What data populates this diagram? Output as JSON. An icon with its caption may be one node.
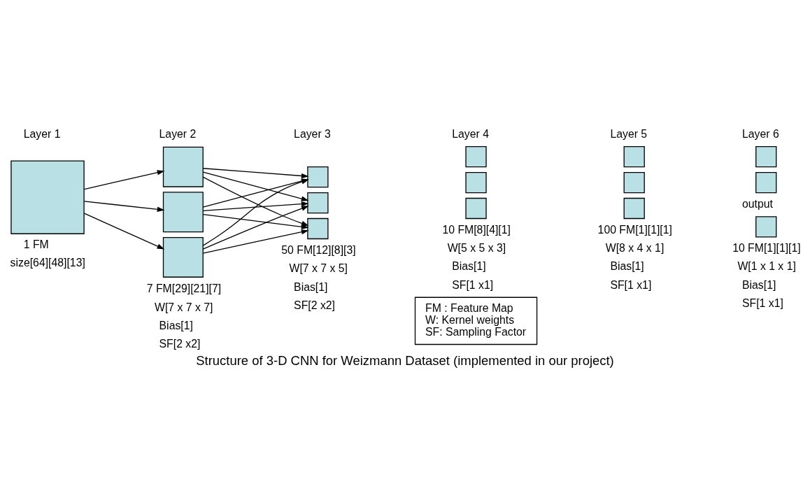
{
  "diagram": {
    "caption": "Structure of 3-D CNN for Weizmann Dataset (implemented in our project)",
    "nodes": [
      {
        "text": [],
        "shape": "box"
      },
      {
        "text": [],
        "shape": "box"
      },
      {
        "text": [],
        "shape": "box"
      },
      {
        "text": [],
        "shape": "box"
      },
      {
        "text": [],
        "shape": "box"
      },
      {
        "text": [],
        "shape": "box"
      },
      {
        "text": [],
        "shape": "box"
      },
      {
        "text": [],
        "shape": "box"
      },
      {
        "text": [],
        "shape": "box"
      },
      {
        "text": [],
        "shape": "box"
      },
      {
        "text": [],
        "shape": "box"
      },
      {
        "text": [],
        "shape": "box"
      },
      {
        "text": [],
        "shape": "box"
      },
      {
        "text": [],
        "shape": "box"
      },
      {
        "text": [],
        "shape": "box"
      },
      {
        "text": [],
        "shape": "box"
      },
      {
        "text": [
          "FM : Feature Map",
          "W: Kernel weights",
          "SF: Sampling Factor"
        ]
      }
    ],
    "edges": [
      {
        "from": 0,
        "to": 1,
        "arrow": "to"
      },
      {
        "from": 0,
        "to": 2,
        "arrow": "to"
      },
      {
        "from": 0,
        "to": 3,
        "arrow": "to"
      },
      {
        "from": 1,
        "to": 4,
        "arrow": "to"
      },
      {
        "from": 1,
        "to": 5,
        "arrow": "to"
      },
      {
        "from": 1,
        "to": 6,
        "arrow": "to"
      },
      {
        "from": 2,
        "to": 4,
        "arrow": "to"
      },
      {
        "from": 2,
        "to": 5,
        "arrow": "to"
      },
      {
        "from": 2,
        "to": 6,
        "arrow": "to"
      },
      {
        "from": 3,
        "to": 4,
        "arrow": "to"
      },
      {
        "from": 3,
        "to": 5,
        "arrow": "to"
      },
      {
        "from": 3,
        "to": 6,
        "arrow": "to"
      }
    ],
    "labels": [
      "Layer 1",
      "Layer 2",
      "Layer 3",
      "Layer 4",
      "Layer 5",
      "Layer 6",
      "output",
      "1 FM",
      "size[64][48][13]",
      "7 FM[29][21][7]",
      "W[7 x 7 x 7]",
      "Bias[1]",
      "SF[2 x2]",
      "50 FM[12][8][3]",
      "W[7 x 7 x 5]",
      "Bias[1]",
      "SF[2 x2]",
      "10 FM[8][4][1]",
      "W[5 x 5 x 3]",
      "Bias[1]",
      "SF[1 x1]",
      "100 FM[1][1][1]",
      "W[8 x 4 x 1]",
      "Bias[1]",
      "SF[1 x1]",
      "10 FM[1][1][1]",
      "W[1 x 1 x 1]",
      "Bias[1]",
      "SF[1 x1]"
    ]
  }
}
